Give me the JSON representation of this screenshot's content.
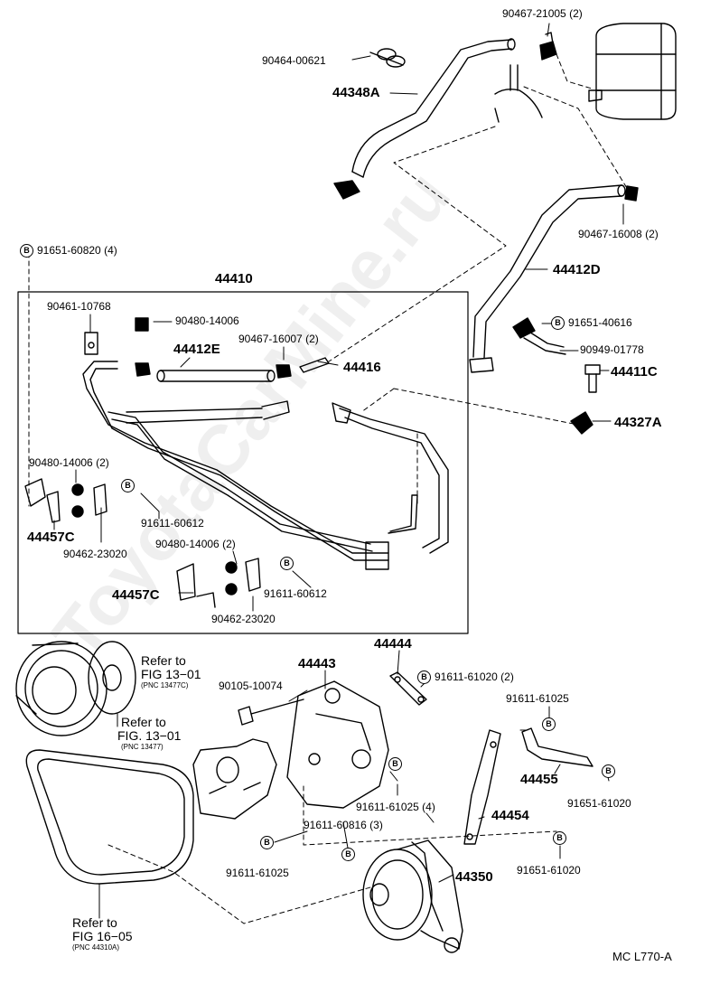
{
  "watermark": "ToyotaCarMine.ru",
  "diagram_code": "MC L770-A",
  "bolt_mark": "B",
  "labels": {
    "p90467_21005": "90467-21005 (2)",
    "p90464_00621": "90464-00621",
    "p44348A": "44348A",
    "p90467_16008": "90467-16008 (2)",
    "p91651_60820": "91651-60820 (4)",
    "p44410": "44410",
    "p44412D": "44412D",
    "p90461_10768": "90461-10768",
    "p90480_14006_a": "90480-14006",
    "p44412E": "44412E",
    "p90467_16007": "90467-16007 (2)",
    "p44416": "44416",
    "p91651_40616": "91651-40616",
    "p90949_01778": "90949-01778",
    "p44411C": "44411C",
    "p44327A": "44327A",
    "p90480_14006_b": "90480-14006 (2)",
    "p91611_60612_a": "91611-60612",
    "p44457C_a": "44457C",
    "p90462_23020_a": "90462-23020",
    "p90480_14006_c": "90480-14006 (2)",
    "p91611_60612_b": "91611-60612",
    "p44457C_b": "44457C",
    "p90462_23020_b": "90462-23020",
    "p44444": "44444",
    "p44443": "44443",
    "p91611_61020": "91611-61020 (2)",
    "p90105_10074": "90105-10074",
    "p91611_61025_a": "91611-61025",
    "p44455": "44455",
    "p91651_61020_a": "91651-61020",
    "p91611_61025_4": "91611-61025 (4)",
    "p44454": "44454",
    "p91611_60816": "91611-60816 (3)",
    "p91611_61025_b": "91611-61025",
    "p44350": "44350",
    "p91651_61020_b": "91651-61020"
  },
  "refs": {
    "r1_line1": "Refer to",
    "r1_line2": "FIG 13−01",
    "r1_pnc": "(PNC 13477C)",
    "r2_line1": "Refer to",
    "r2_line2": "FIG. 13−01",
    "r2_pnc": "(PNC 13477)",
    "r3_line1": "Refer to",
    "r3_line2": "FIG 16−05",
    "r3_pnc": "(PNC 44310A)"
  }
}
